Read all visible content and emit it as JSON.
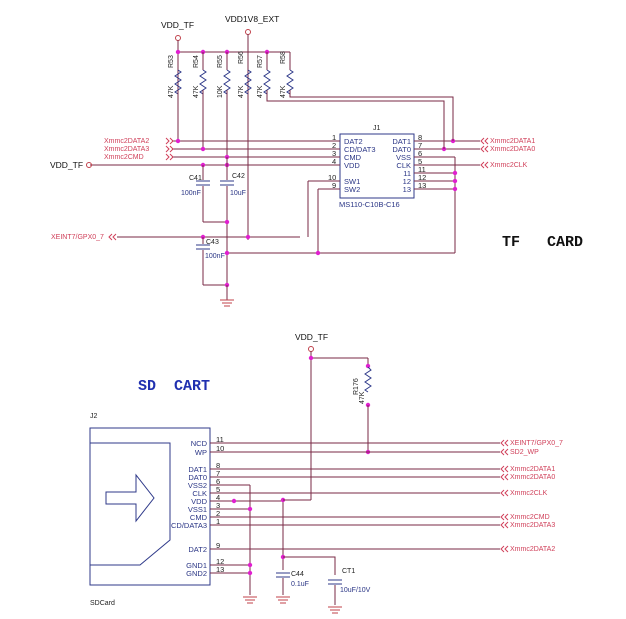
{
  "tf_card": {
    "title": "TF   CARD",
    "power_nets": [
      "VDD_TF",
      "VDD1V8_EXT"
    ],
    "vdd_in_label": "VDD_TF",
    "connector": {
      "ref": "J1",
      "part": "MS110-C10B-C16",
      "left_pins": [
        {
          "num": "1",
          "name": "DAT2"
        },
        {
          "num": "2",
          "name": "CD/DAT3"
        },
        {
          "num": "3",
          "name": "CMD"
        },
        {
          "num": "4",
          "name": "VDD"
        },
        {
          "num": "10",
          "name": "SW1"
        },
        {
          "num": "9",
          "name": "SW2"
        }
      ],
      "right_pins": [
        {
          "num": "8",
          "name": "DAT1"
        },
        {
          "num": "7",
          "name": "DAT0"
        },
        {
          "num": "6",
          "name": "VSS"
        },
        {
          "num": "5",
          "name": "CLK"
        },
        {
          "num": "11",
          "name": "11"
        },
        {
          "num": "12",
          "name": "12"
        },
        {
          "num": "13",
          "name": "13"
        }
      ]
    },
    "resistors": [
      {
        "ref": "R53",
        "value": "47K"
      },
      {
        "ref": "R54",
        "value": "47K"
      },
      {
        "ref": "R55",
        "value": "10K"
      },
      {
        "ref": "R56",
        "value": "47K"
      },
      {
        "ref": "R57",
        "value": "47K"
      },
      {
        "ref": "R58",
        "value": "47K"
      }
    ],
    "capacitors": [
      {
        "ref": "C41",
        "value": "100nF"
      },
      {
        "ref": "C42",
        "value": "10uF"
      },
      {
        "ref": "C43",
        "value": "100nF"
      }
    ],
    "ports_left": [
      "Xmmc2DATA2",
      "Xmmc2DATA3",
      "Xmmc2CMD"
    ],
    "port_xeint": "XEINT7/GPX0_7",
    "ports_right": [
      "Xmmc2DATA1",
      "Xmmc2DATA0",
      "Xmmc2CLK"
    ]
  },
  "sd_card": {
    "title": "SD  CART",
    "power_net": "VDD_TF",
    "connector": {
      "ref": "J2",
      "part": "SDCard",
      "pins": [
        {
          "num": "11",
          "name": "NCD"
        },
        {
          "num": "10",
          "name": "WP"
        },
        {
          "num": "8",
          "name": "DAT1"
        },
        {
          "num": "7",
          "name": "DAT0"
        },
        {
          "num": "6",
          "name": "VSS2"
        },
        {
          "num": "5",
          "name": "CLK"
        },
        {
          "num": "4",
          "name": "VDD"
        },
        {
          "num": "3",
          "name": "VSS1"
        },
        {
          "num": "2",
          "name": "CMD"
        },
        {
          "num": "1",
          "name": "CD/DATA3"
        },
        {
          "num": "9",
          "name": "DAT2"
        },
        {
          "num": "12",
          "name": "GND1"
        },
        {
          "num": "13",
          "name": "GND2"
        }
      ]
    },
    "resistor": {
      "ref": "R176",
      "value": "47K"
    },
    "capacitors": [
      {
        "ref": "C44",
        "value": "0.1uF"
      },
      {
        "ref": "CT1",
        "value": "10uF/10V"
      }
    ],
    "ports": [
      "XEINT7/GPX0_7",
      "SD2_WP",
      "Xmmc2DATA1",
      "Xmmc2DATA0",
      "Xmmc2CLK",
      "Xmmc2CMD",
      "Xmmc2DATA3",
      "Xmmc2DATA2"
    ]
  }
}
